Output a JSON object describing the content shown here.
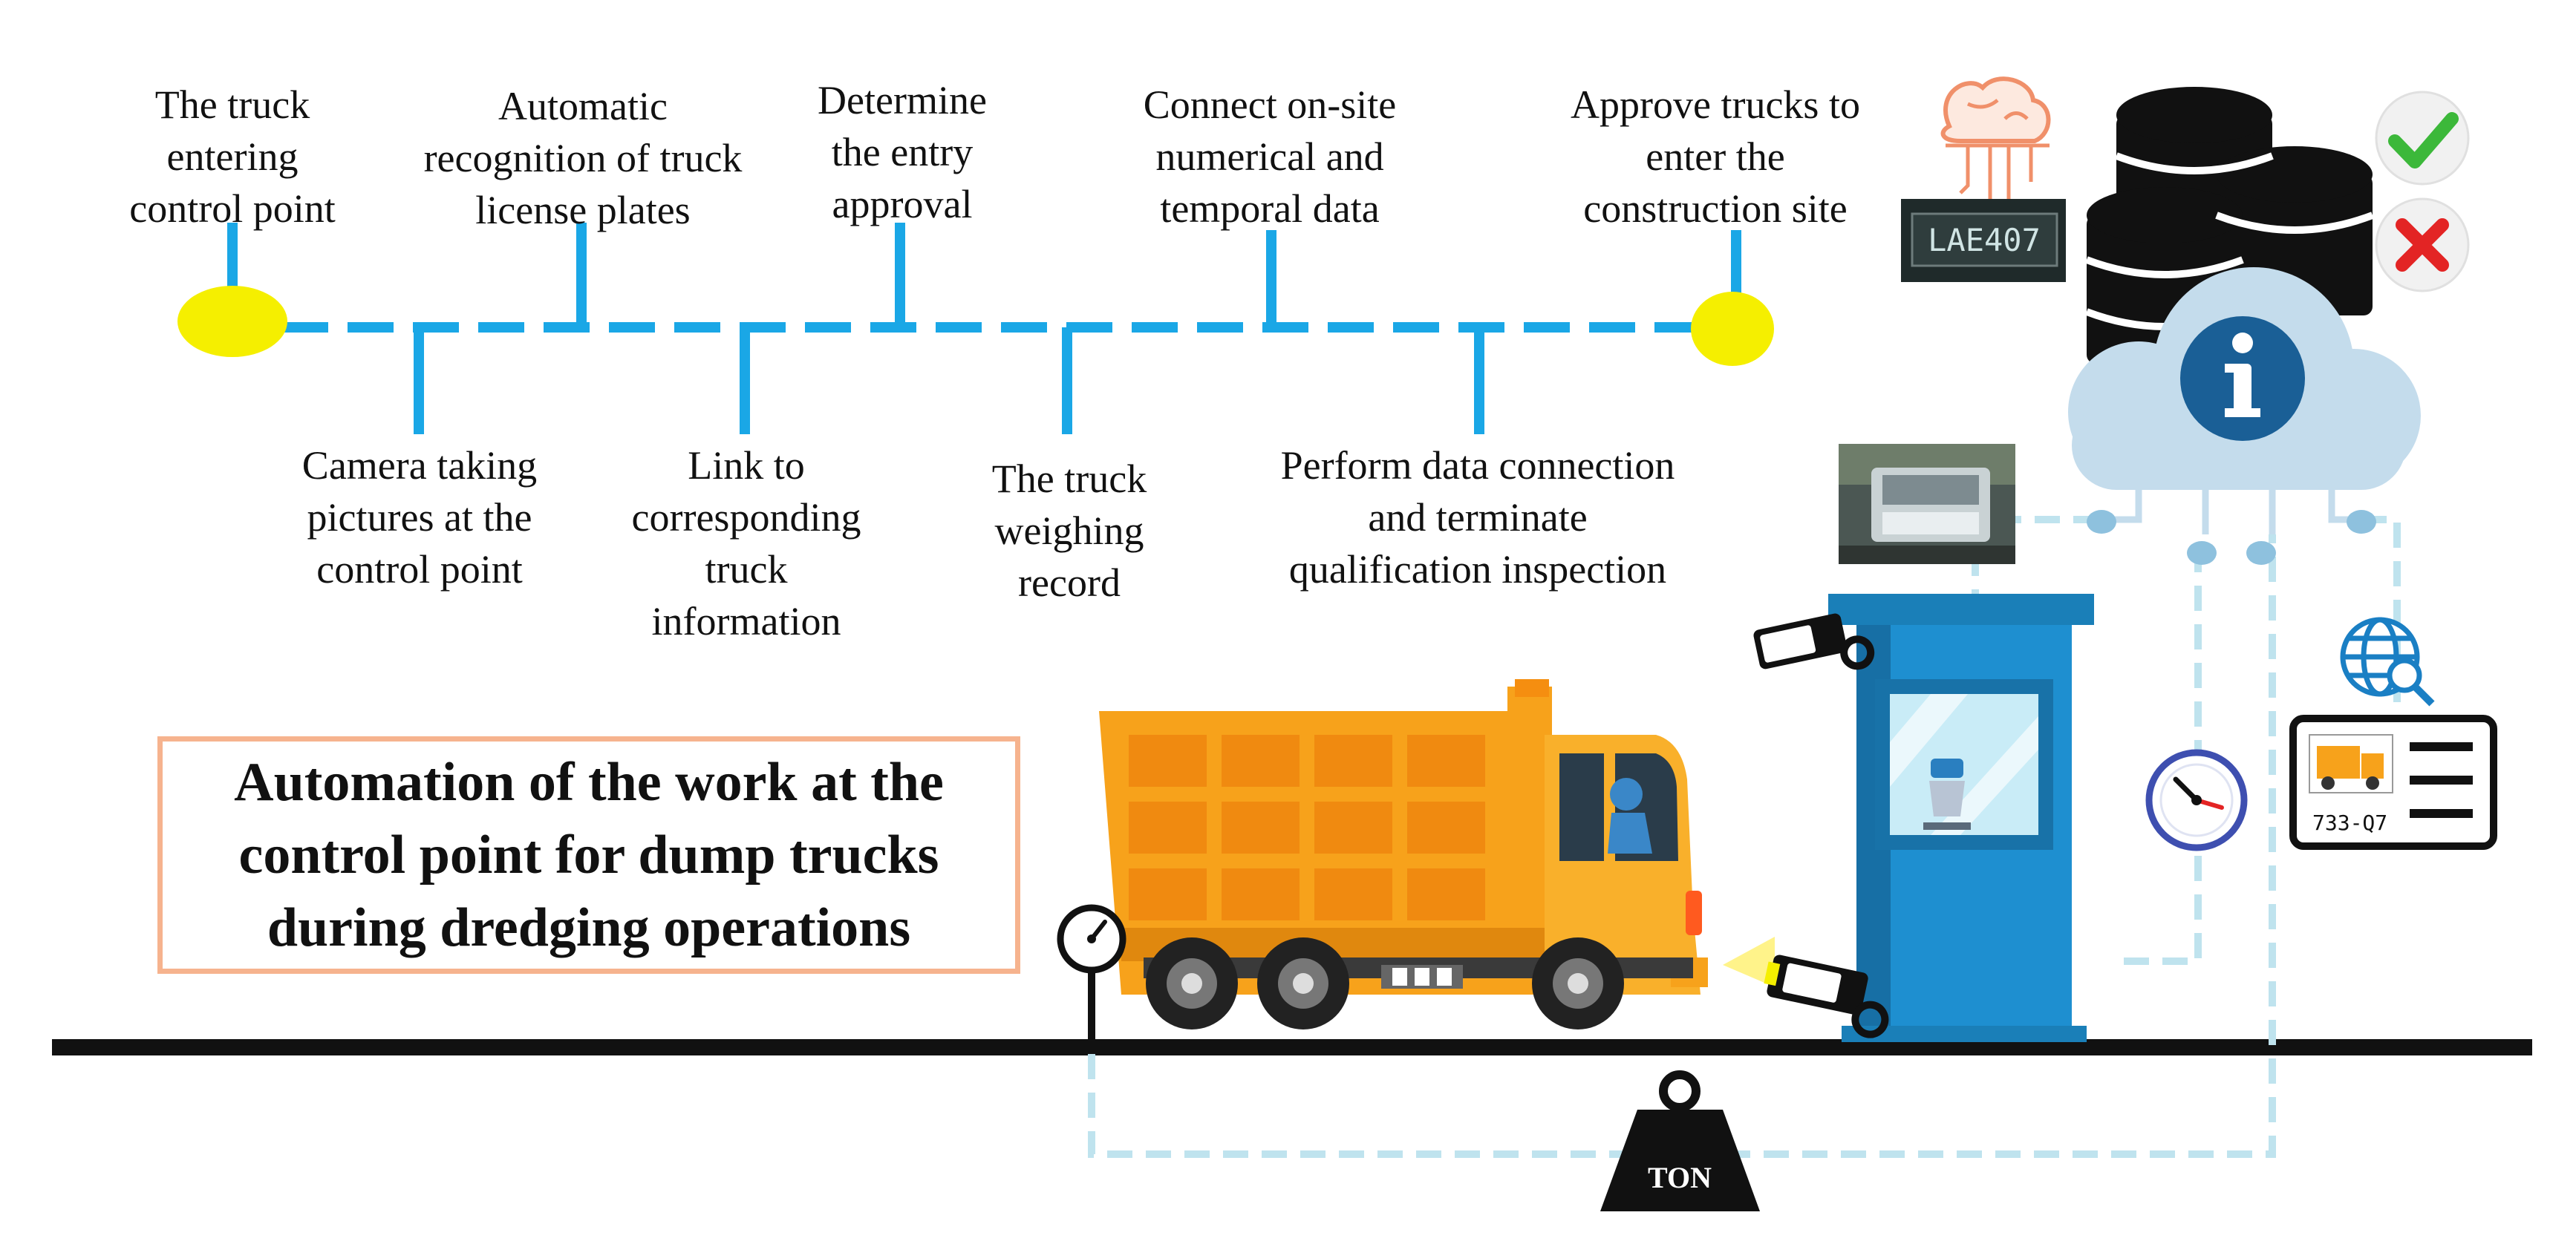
{
  "steps_top": [
    {
      "id": "entering",
      "text": "The truck\nentering\ncontrol point"
    },
    {
      "id": "recognition",
      "text": "Automatic\nrecognition of truck\nlicense plates"
    },
    {
      "id": "approval",
      "text": "Determine\nthe entry\napproval"
    },
    {
      "id": "connect",
      "text": "Connect on-site\nnumerical and\ntemporal data"
    },
    {
      "id": "approve",
      "text": "Approve trucks to\nenter the\nconstruction site"
    }
  ],
  "steps_bottom": [
    {
      "id": "camera",
      "text": "Camera taking\npictures at the\ncontrol point"
    },
    {
      "id": "link",
      "text": "Link to\ncorresponding\ntruck\ninformation"
    },
    {
      "id": "weighing",
      "text": "The truck\nweighing\nrecord"
    },
    {
      "id": "terminate",
      "text": "Perform data connection\nand terminate\nqualification inspection"
    }
  ],
  "title": "Automation of the work at the\ncontrol point for dump trucks\nduring dredging operations",
  "weight_label": "TON",
  "plate_number": "733-Q7",
  "plate_photo_text": "LAE407",
  "icons": [
    "ai-brain-icon",
    "database-icon",
    "cloud-info-icon",
    "check-icon",
    "cross-icon",
    "globe-search-icon",
    "clock-icon",
    "cctv-camera-icon",
    "weight-icon",
    "scale-gauge-icon"
  ],
  "colors": {
    "timeline": "#1aa7e6",
    "node": "#f5ef00",
    "title_border": "#f6b38e",
    "truck": "#f7a21b",
    "booth": "#1e8fd0",
    "dashed_link": "#bfe3ee",
    "check": "#3cb83a",
    "cross": "#e32424",
    "info_circle": "#1a5f96",
    "cloud": "#c4dcec"
  }
}
